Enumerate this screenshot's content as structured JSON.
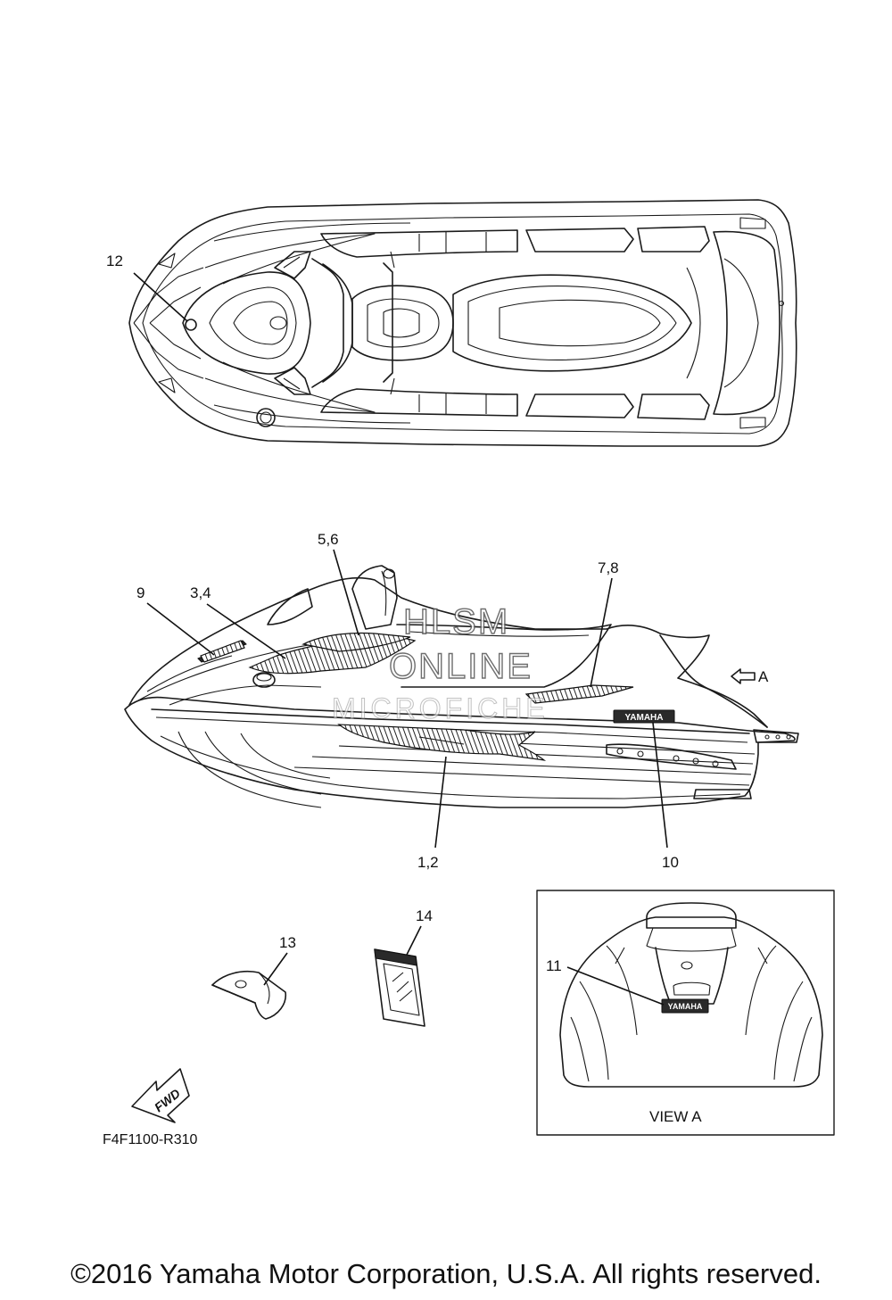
{
  "watermark": {
    "line1": "HLSM",
    "line2": "ONLINE",
    "line3": "MICROFICHE"
  },
  "callouts": {
    "c12": "12",
    "c56": "5,6",
    "c78": "7,8",
    "c9": "9",
    "c34": "3,4",
    "cA": "A",
    "c12b": "1,2",
    "c10": "10",
    "c14": "14",
    "c13": "13",
    "c11": "11"
  },
  "view_a": {
    "label": "VIEW A"
  },
  "labels": {
    "fwd": "FWD",
    "yamaha_decal": "YAMAHA",
    "fig_code": "F4F1100-R310"
  },
  "footer": {
    "copyright": "©2016 Yamaha Motor Corporation, U.S.A. All rights reserved."
  }
}
